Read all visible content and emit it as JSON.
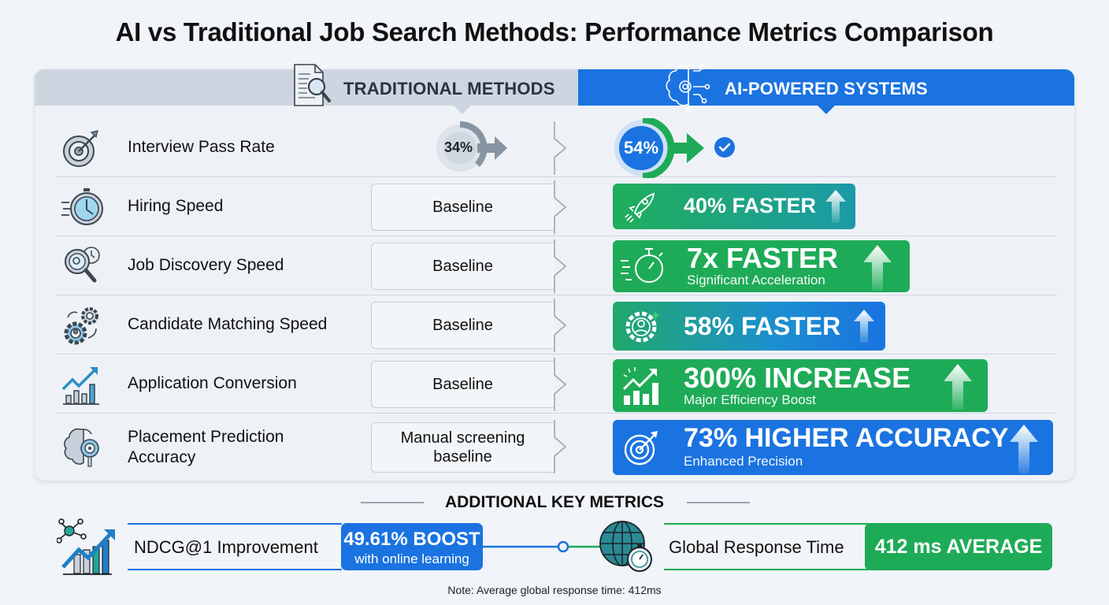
{
  "title": "AI vs Traditional Job Search Methods: Performance Metrics Comparison",
  "headers": {
    "traditional": {
      "label": "TRADITIONAL METHODS",
      "icon": "document-search-icon"
    },
    "ai": {
      "label": "AI-POWERED SYSTEMS",
      "icon": "ai-brain-circuit-icon"
    }
  },
  "colors": {
    "ai_blue": "#1a73e0",
    "ai_green": "#1eab57",
    "trad_gray": "#cdd6e0",
    "background": "#f1f4f8"
  },
  "rows": [
    {
      "label": "Interview Pass Rate",
      "icon": "target-icon",
      "traditional": "34%",
      "ai": "54%",
      "ai_badge": "check-icon"
    },
    {
      "label": "Hiring Speed",
      "icon": "stopwatch-icon",
      "traditional": "Baseline",
      "ai": "40% FASTER",
      "ai_icon": "rocket-icon"
    },
    {
      "label": "Job Discovery Speed",
      "icon": "magnifier-clock-icon",
      "traditional": "Baseline",
      "ai": "7x FASTER",
      "ai_sub": "Significant Acceleration",
      "ai_icon": "stopwatch-icon"
    },
    {
      "label": "Candidate Matching Speed",
      "icon": "gears-user-icon",
      "traditional": "Baseline",
      "ai": "58% FASTER",
      "ai_icon": "gear-user-icon"
    },
    {
      "label": "Application Conversion",
      "icon": "growth-chart-icon",
      "traditional": "Baseline",
      "ai": "300% INCREASE",
      "ai_sub": "Major Efficiency Boost",
      "ai_icon": "growth-chart-icon"
    },
    {
      "label_line1": "Placement Prediction",
      "label_line2": "Accuracy",
      "icon": "brain-target-icon",
      "traditional_line1": "Manual screening",
      "traditional_line2": "baseline",
      "ai": "73% HIGHER ACCURACY",
      "ai_sub": "Enhanced Precision",
      "ai_icon": "target-icon"
    }
  ],
  "additional": {
    "title": "ADDITIONAL KEY METRICS",
    "metrics": [
      {
        "label": "NDCG@1 Improvement",
        "value": "49.61% BOOST",
        "sub": "with online learning",
        "icon": "network-growth-icon"
      },
      {
        "label": "Global Response Time",
        "value": "412 ms AVERAGE",
        "icon": "globe-stopwatch-icon"
      }
    ],
    "note": "Note: Average global response time: 412ms"
  }
}
